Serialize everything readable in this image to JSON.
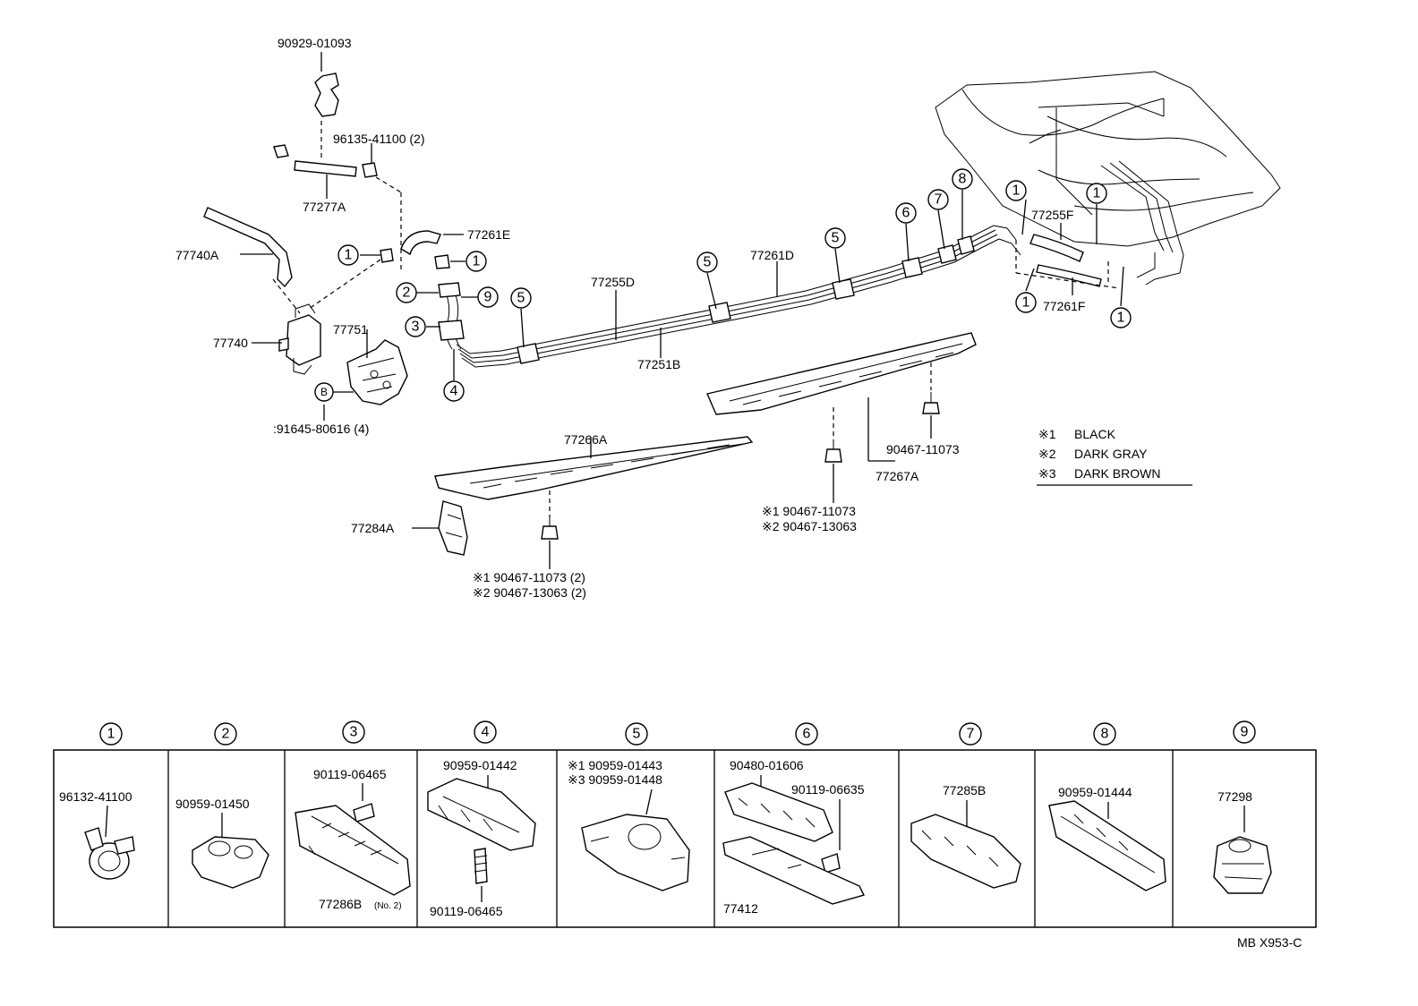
{
  "labels": {
    "p90929": "90929-01093",
    "p96135": "96135-41100 (2)",
    "p77277A": "77277A",
    "p77740A": "77740A",
    "p77261E": "77261E",
    "p77740": "77740",
    "p77751": "77751",
    "p91645": ":91645-80616 (4)",
    "p77255D": "77255D",
    "p77251B": "77251B",
    "p77261D": "77261D",
    "p77255F": "77255F",
    "p77261F": "77261F",
    "p77266A": "77266A",
    "p77267A": "77267A",
    "p77284A": "77284A",
    "p90467_right": "90467-11073",
    "p90467_mid1": "※1 90467-11073",
    "p90467_mid2": "※2 90467-13063",
    "p90467_bot1": "※1  90467-11073 (2)",
    "p90467_bot2": "※2  90467-13063 (2)"
  },
  "b_marker": "B",
  "legend": [
    {
      "mark": "※1",
      "text": "BLACK"
    },
    {
      "mark": "※2",
      "text": "DARK GRAY"
    },
    {
      "mark": "※3",
      "text": "DARK BROWN"
    }
  ],
  "callouts": [
    "1",
    "2",
    "3",
    "4",
    "5",
    "6",
    "7",
    "8",
    "9"
  ],
  "table": {
    "headers": [
      "1",
      "2",
      "3",
      "4",
      "5",
      "6",
      "7",
      "8",
      "9"
    ],
    "cells": [
      {
        "lines": [
          "96132-41100"
        ]
      },
      {
        "lines": [
          "90959-01450"
        ]
      },
      {
        "lines": [
          "90119-06465",
          "77286B"
        ],
        "note": "(No. 2)"
      },
      {
        "lines": [
          "90959-01442",
          "90119-06465"
        ]
      },
      {
        "lines": [
          "※1  90959-01443",
          "※3  90959-01448"
        ]
      },
      {
        "lines": [
          "90480-01606",
          "90119-06635",
          "77412"
        ]
      },
      {
        "lines": [
          "77285B"
        ]
      },
      {
        "lines": [
          "90959-01444"
        ]
      },
      {
        "lines": [
          "77298"
        ]
      }
    ]
  },
  "diagram_code": "MB X953-C"
}
